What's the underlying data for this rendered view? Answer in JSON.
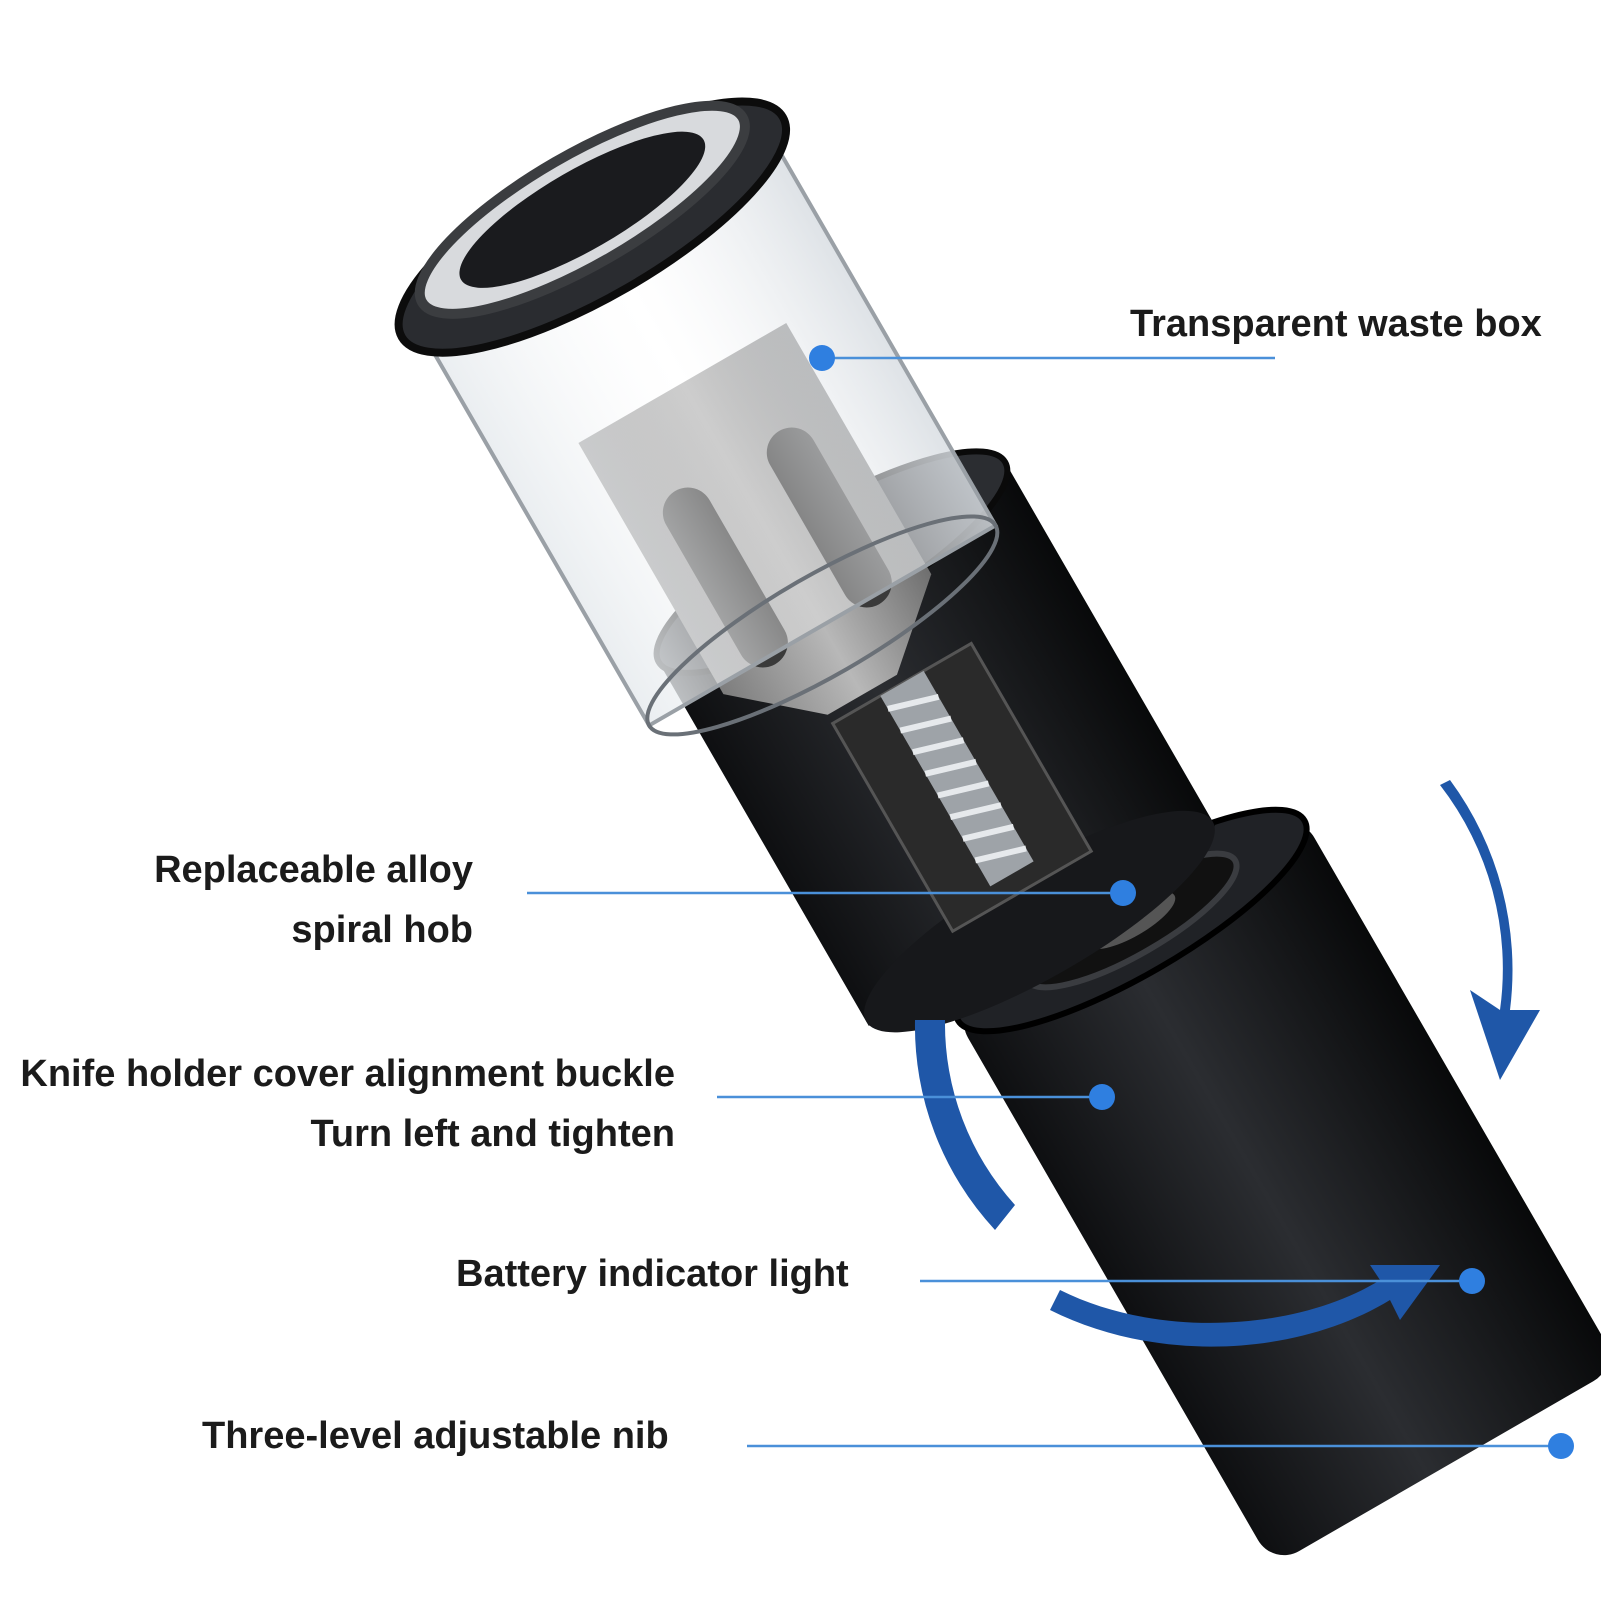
{
  "annotations": [
    {
      "id": "waste-box",
      "lines": [
        "Transparent waste box"
      ]
    },
    {
      "id": "spiral-hob",
      "lines": [
        "Replaceable alloy",
        "spiral hob"
      ]
    },
    {
      "id": "alignment-buckle",
      "lines": [
        "Knife holder cover alignment buckle",
        "Turn left and tighten"
      ]
    },
    {
      "id": "battery-light",
      "lines": [
        "Battery indicator light"
      ]
    },
    {
      "id": "adjustable-nib",
      "lines": [
        "Three-level adjustable nib"
      ]
    }
  ],
  "colors": {
    "leader": "#4a90d9",
    "dot": "#2f7fe0",
    "body": "#1c1d20",
    "arrow": "#1f57a8",
    "core": "#9a9a9a"
  }
}
